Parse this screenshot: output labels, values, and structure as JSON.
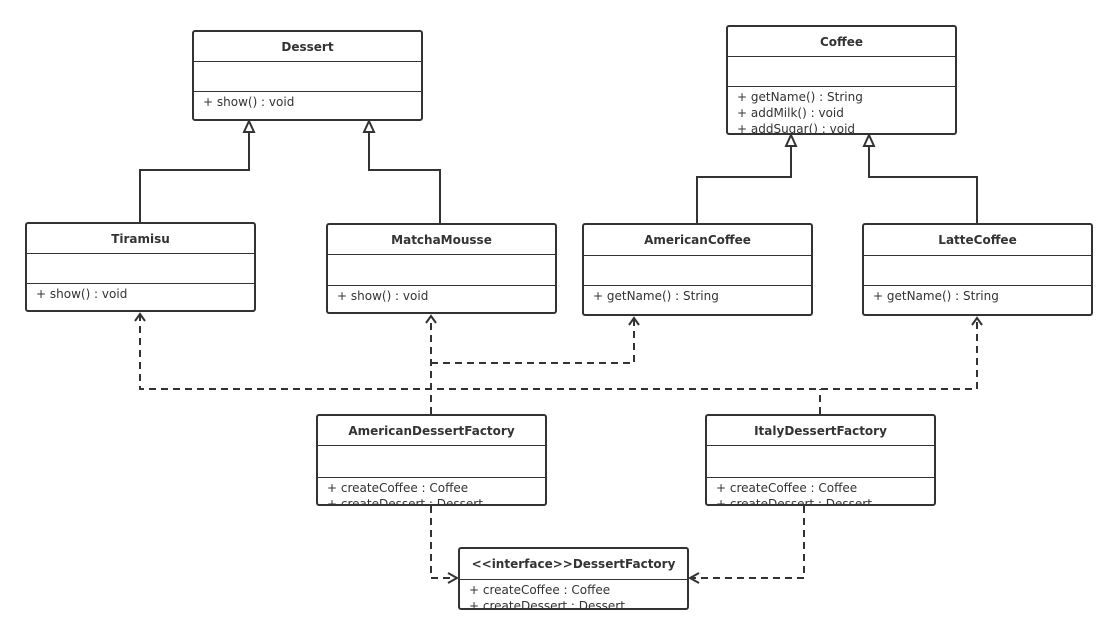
{
  "diagram": {
    "classes": [
      {
        "id": "dessert",
        "name": "Dessert",
        "attributes": [],
        "methods": [
          "+ show() : void"
        ]
      },
      {
        "id": "coffee",
        "name": "Coffee",
        "attributes": [],
        "methods": [
          "+ getName() : String",
          "+ addMilk() : void",
          "+ addSugar() : void"
        ]
      },
      {
        "id": "tiramisu",
        "name": "Tiramisu",
        "attributes": [],
        "methods": [
          "+ show() : void"
        ]
      },
      {
        "id": "matcha",
        "name": "MatchaMousse",
        "attributes": [],
        "methods": [
          "+ show() : void"
        ]
      },
      {
        "id": "american-coffee",
        "name": "AmericanCoffee",
        "attributes": [],
        "methods": [
          "+ getName() : String"
        ]
      },
      {
        "id": "latte",
        "name": "LatteCoffee",
        "attributes": [],
        "methods": [
          "+ getName() : String"
        ]
      },
      {
        "id": "american-factory",
        "name": "AmericanDessertFactory",
        "attributes": [],
        "methods": [
          "+ createCoffee : Coffee",
          "+ createDessert : Dessert"
        ]
      },
      {
        "id": "italy-factory",
        "name": "ItalyDessertFactory",
        "attributes": [],
        "methods": [
          "+ createCoffee : Coffee",
          "+ createDessert : Dessert"
        ]
      },
      {
        "id": "dessert-factory",
        "name": "<<interface>>DessertFactory",
        "methods": [
          "+ createCoffee : Coffee",
          "+ createDessert : Dessert"
        ]
      }
    ],
    "relations": [
      {
        "type": "generalization",
        "from": "tiramisu",
        "to": "dessert"
      },
      {
        "type": "generalization",
        "from": "matcha",
        "to": "dessert"
      },
      {
        "type": "generalization",
        "from": "american-coffee",
        "to": "coffee"
      },
      {
        "type": "generalization",
        "from": "latte",
        "to": "coffee"
      },
      {
        "type": "dependency",
        "from": "american-factory",
        "to": "matcha"
      },
      {
        "type": "dependency",
        "from": "american-factory",
        "to": "american-coffee"
      },
      {
        "type": "dependency",
        "from": "italy-factory",
        "to": "tiramisu"
      },
      {
        "type": "dependency",
        "from": "italy-factory",
        "to": "latte"
      },
      {
        "type": "realization",
        "from": "american-factory",
        "to": "dessert-factory"
      },
      {
        "type": "realization",
        "from": "italy-factory",
        "to": "dessert-factory"
      }
    ],
    "line_color": "#333333"
  }
}
